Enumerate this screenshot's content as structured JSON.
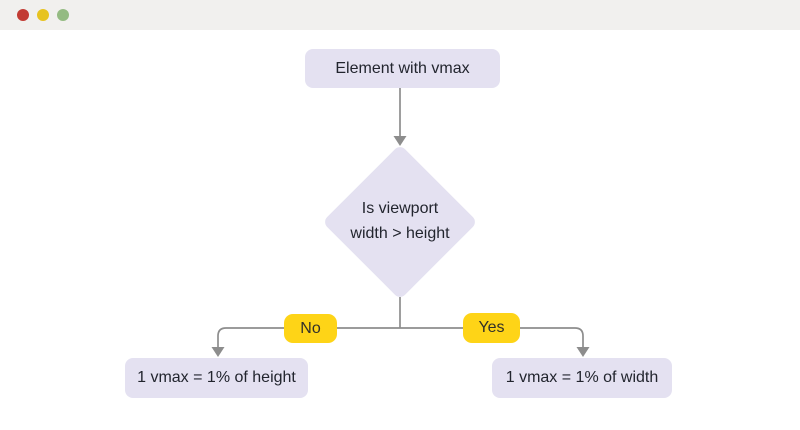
{
  "window": {
    "titlebar": {
      "traffic_lights": [
        {
          "name": "close",
          "color": "#c23b33"
        },
        {
          "name": "minimize",
          "color": "#e7c31f"
        },
        {
          "name": "zoom",
          "color": "#94bb82"
        }
      ]
    }
  },
  "diagram": {
    "type": "flowchart",
    "start_label": "Element with vmax",
    "decision_label": "Is viewport\nwidth > height",
    "no_label": "No",
    "yes_label": "Yes",
    "result_no_label": "1 vmax = 1% of height",
    "result_yes_label": "1 vmax = 1% of width",
    "edges": [
      {
        "from": "start",
        "to": "decision",
        "label": ""
      },
      {
        "from": "decision",
        "to": "result-height",
        "label": "No"
      },
      {
        "from": "decision",
        "to": "result-width",
        "label": "Yes"
      }
    ],
    "colors": {
      "node_fill": "#e4e1f1",
      "edge_label_fill": "#fed417",
      "connector": "#8d8d8d",
      "text": "#22252e",
      "titlebar_bg": "#f1f0ee",
      "body_bg": "#ffffff"
    }
  }
}
